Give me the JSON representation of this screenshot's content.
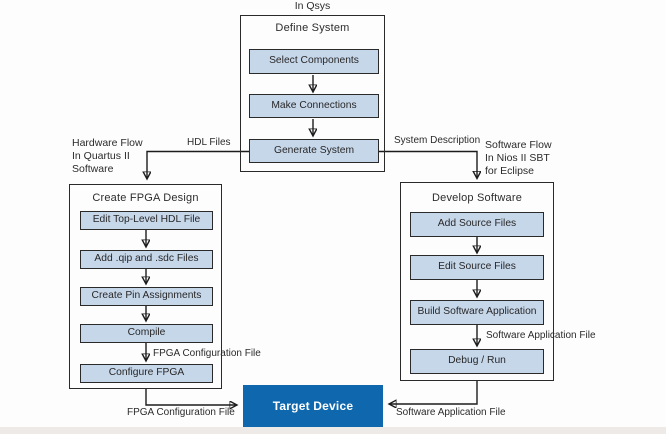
{
  "colors": {
    "step_fill": "#c7d7ea",
    "box_border": "#2a2a2a",
    "target_fill": "#0f68ae",
    "target_text": "#ffffff",
    "line": "#1c1c1c",
    "text": "#2d2d2d"
  },
  "qsys": {
    "context_label": "In Qsys",
    "title": "Define System",
    "steps": [
      "Select Components",
      "Make Connections",
      "Generate System"
    ]
  },
  "hardware": {
    "context_label_lines": [
      "Hardware Flow",
      "In Quartus II",
      "Software"
    ],
    "title": "Create FPGA Design",
    "steps": [
      "Edit Top-Level HDL File",
      "Add .qip and .sdc Files",
      "Create Pin Assignments",
      "Compile",
      "Configure FPGA"
    ],
    "inner_edge_label": "FPGA Configuration File",
    "output_edge_label": "FPGA Configuration File"
  },
  "software": {
    "context_label_lines": [
      "Software Flow",
      "In Nios II SBT",
      "for Eclipse"
    ],
    "title": "Develop Software",
    "steps": [
      "Add Source Files",
      "Edit Source Files",
      "Build Software Application",
      "Debug / Run"
    ],
    "inner_edge_label": "Software Application File",
    "output_edge_label": "Software Application File"
  },
  "edges": {
    "hdl_files": "HDL Files",
    "system_description": "System Description"
  },
  "target": {
    "label": "Target Device"
  }
}
